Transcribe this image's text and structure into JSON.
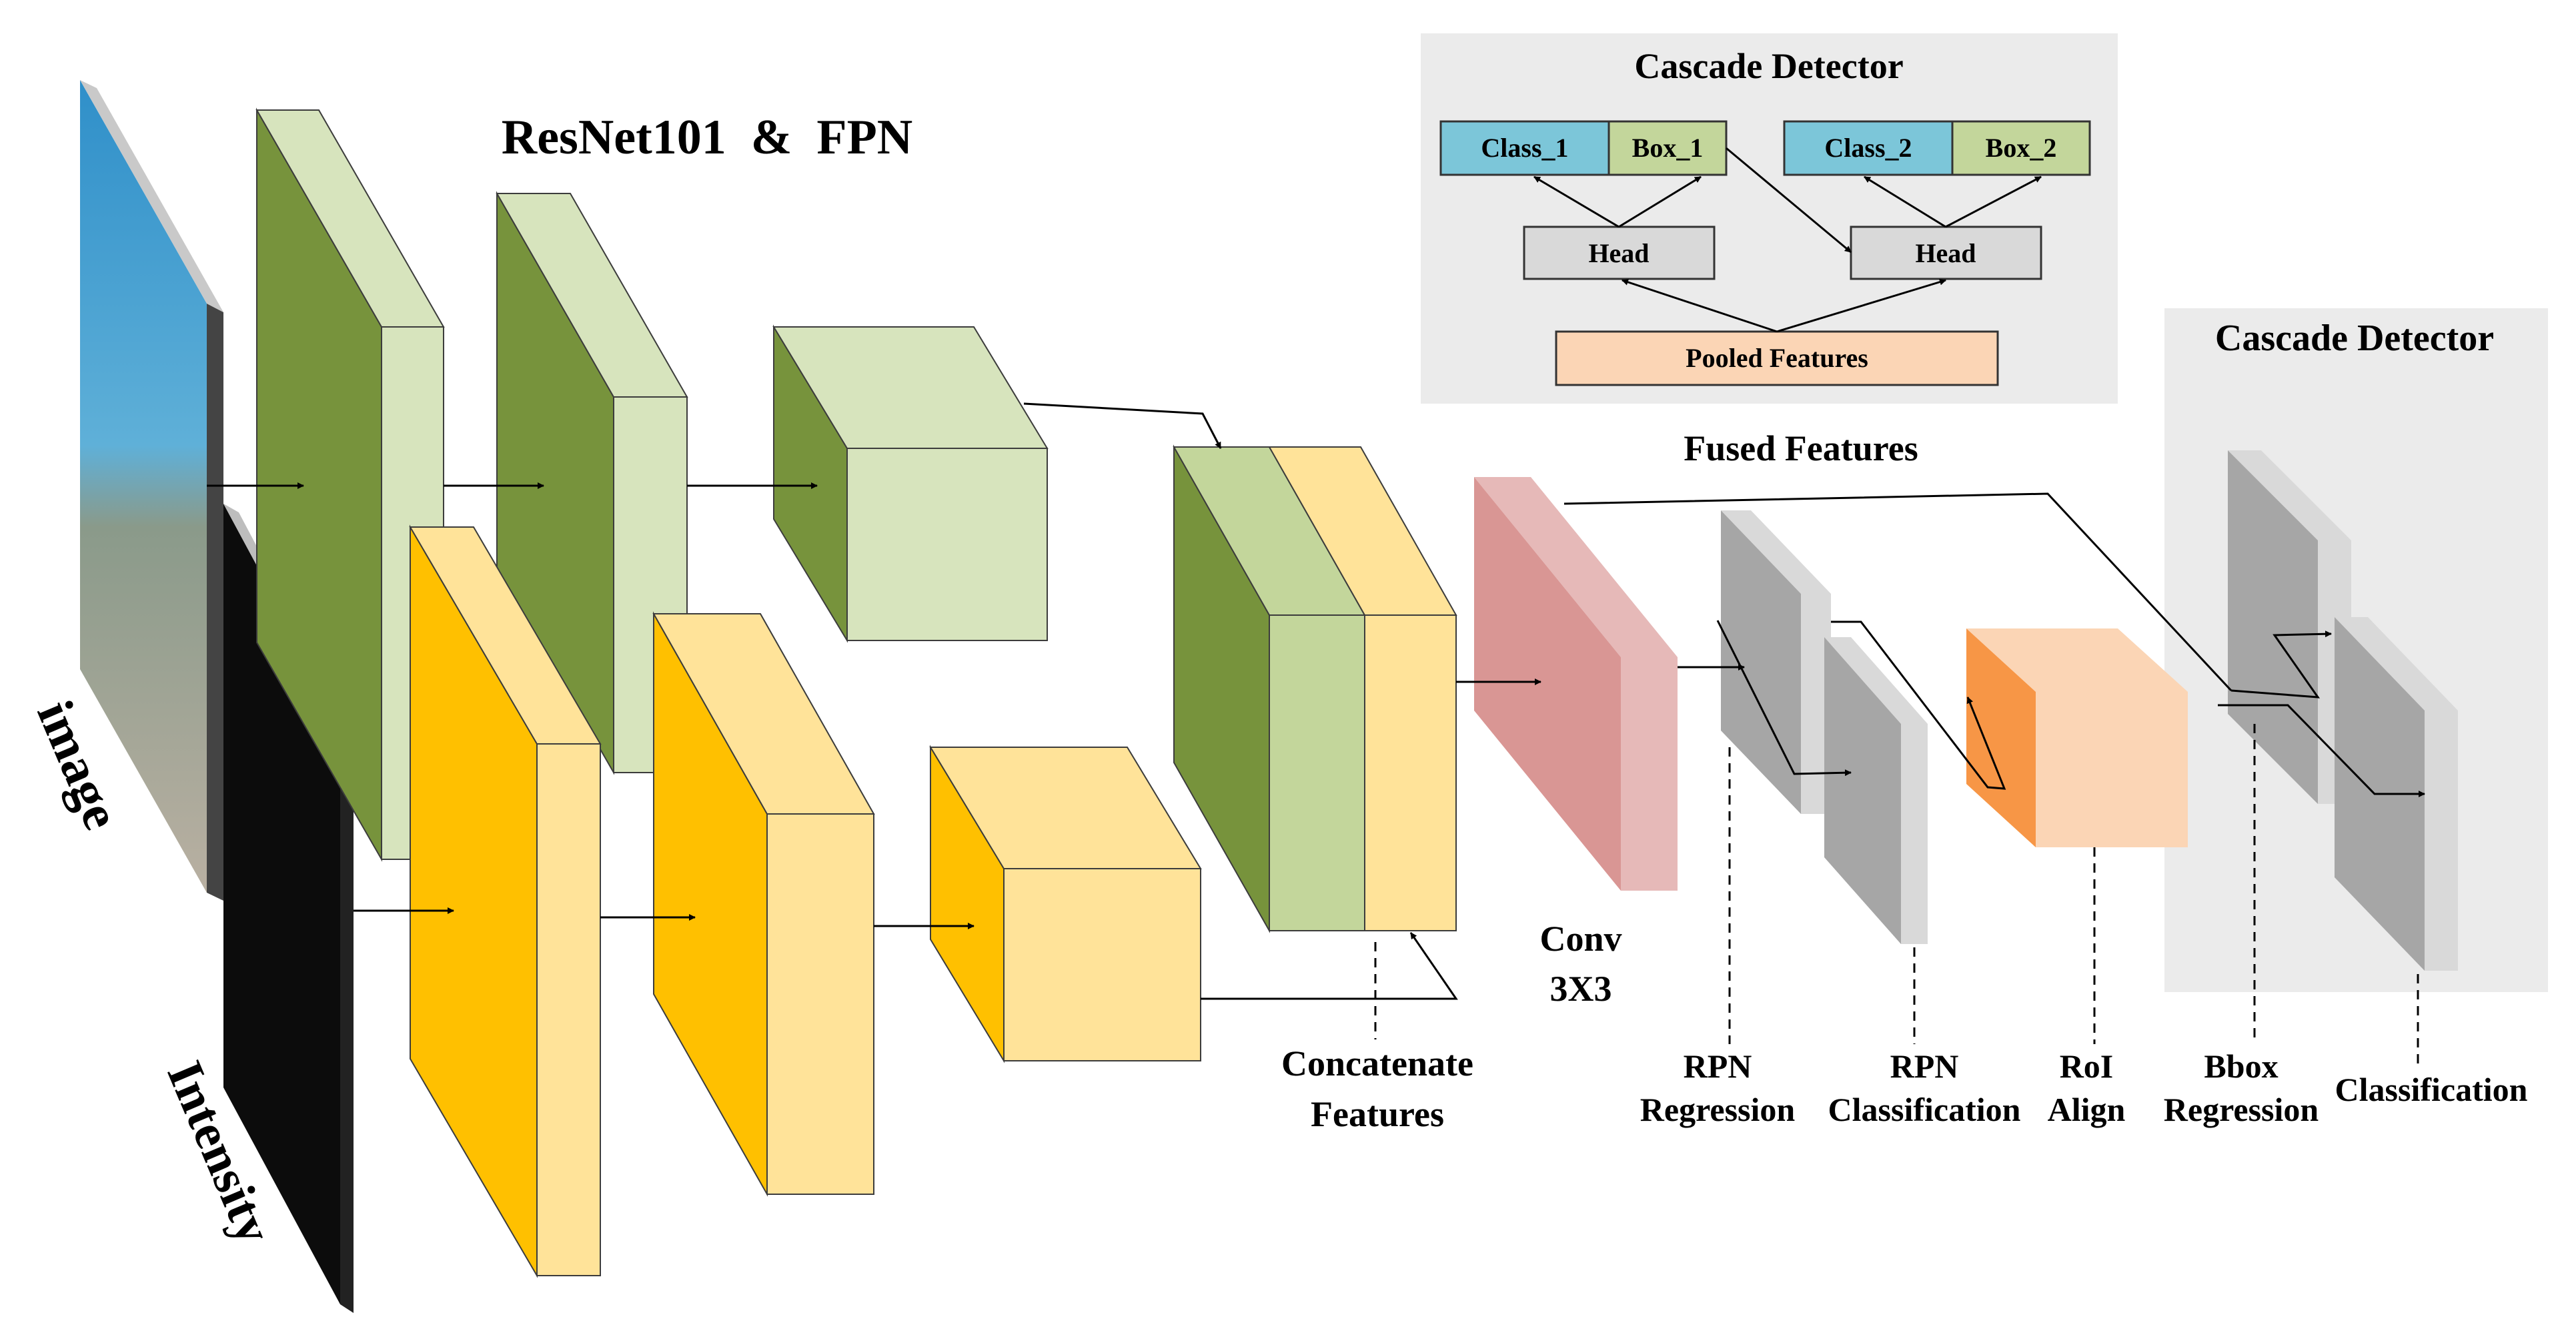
{
  "title": "ResNet101  &  FPN",
  "inputs": {
    "image_label": "image",
    "intensity_label": "Intensity"
  },
  "fused_features_label": "Fused Features",
  "concatenate_label": [
    "Concatenate",
    "Features"
  ],
  "conv_label": [
    "Conv",
    "3X3"
  ],
  "rpn_regression_label": [
    "RPN",
    "Regression"
  ],
  "rpn_classification_label": [
    "RPN",
    "Classification"
  ],
  "roi_align_label": [
    "RoI",
    "Align"
  ],
  "bbox_regression_label": [
    "Bbox",
    "Regression"
  ],
  "classification_label": "Classification",
  "cascade_panel_label": "Cascade Detector",
  "cascade_inset": {
    "title": "Cascade Detector",
    "class_1": "Class_1",
    "box_1": "Box_1",
    "class_2": "Class_2",
    "box_2": "Box_2",
    "head_1": "Head",
    "head_2": "Head",
    "pooled": "Pooled Features"
  },
  "colors": {
    "dark_green": "#77933C",
    "light_green": "#D7E4BD",
    "mid_green": "#C3D69B",
    "dark_yellow": "#FFC000",
    "light_yellow": "#FFE399",
    "conv_front": "#D99694",
    "conv_side": "#E6B9B8",
    "gray_front": "#A6A6A6",
    "gray_side": "#D9D9D9",
    "roi_front": "#F79646",
    "roi_side": "#FBD5B5",
    "class_cell": "#7CC6D9",
    "box_cell": "#C3D69B",
    "head_cell": "#D9D9D9",
    "pooled_cell": "#FBD5B5",
    "panel_bg": "#EBEBEB"
  }
}
